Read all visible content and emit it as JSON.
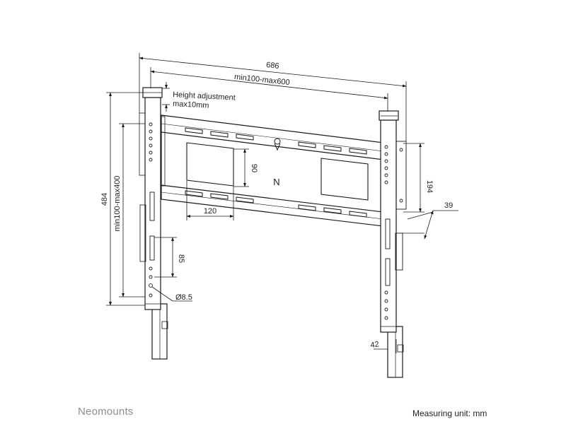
{
  "dimensions": {
    "overall_width": "686",
    "vesa_width": "min100-max600",
    "height_adjustment_line1": "Height adjustment",
    "height_adjustment_line2": "max10mm",
    "overall_height": "484",
    "vesa_height": "min100-max400",
    "slot_height": "90",
    "slot_width": "120",
    "hole_spacing": "85",
    "hole_diameter": "Ø8.5",
    "bracket_height": "194",
    "wall_distance": "39",
    "arm_width": "42"
  },
  "logo_letter": "N",
  "footer": {
    "brand": "Neomounts",
    "measuring_unit": "Measuring unit: mm"
  },
  "colors": {
    "line": "#1a1a1a",
    "brand_gray": "#8e8e8e"
  }
}
